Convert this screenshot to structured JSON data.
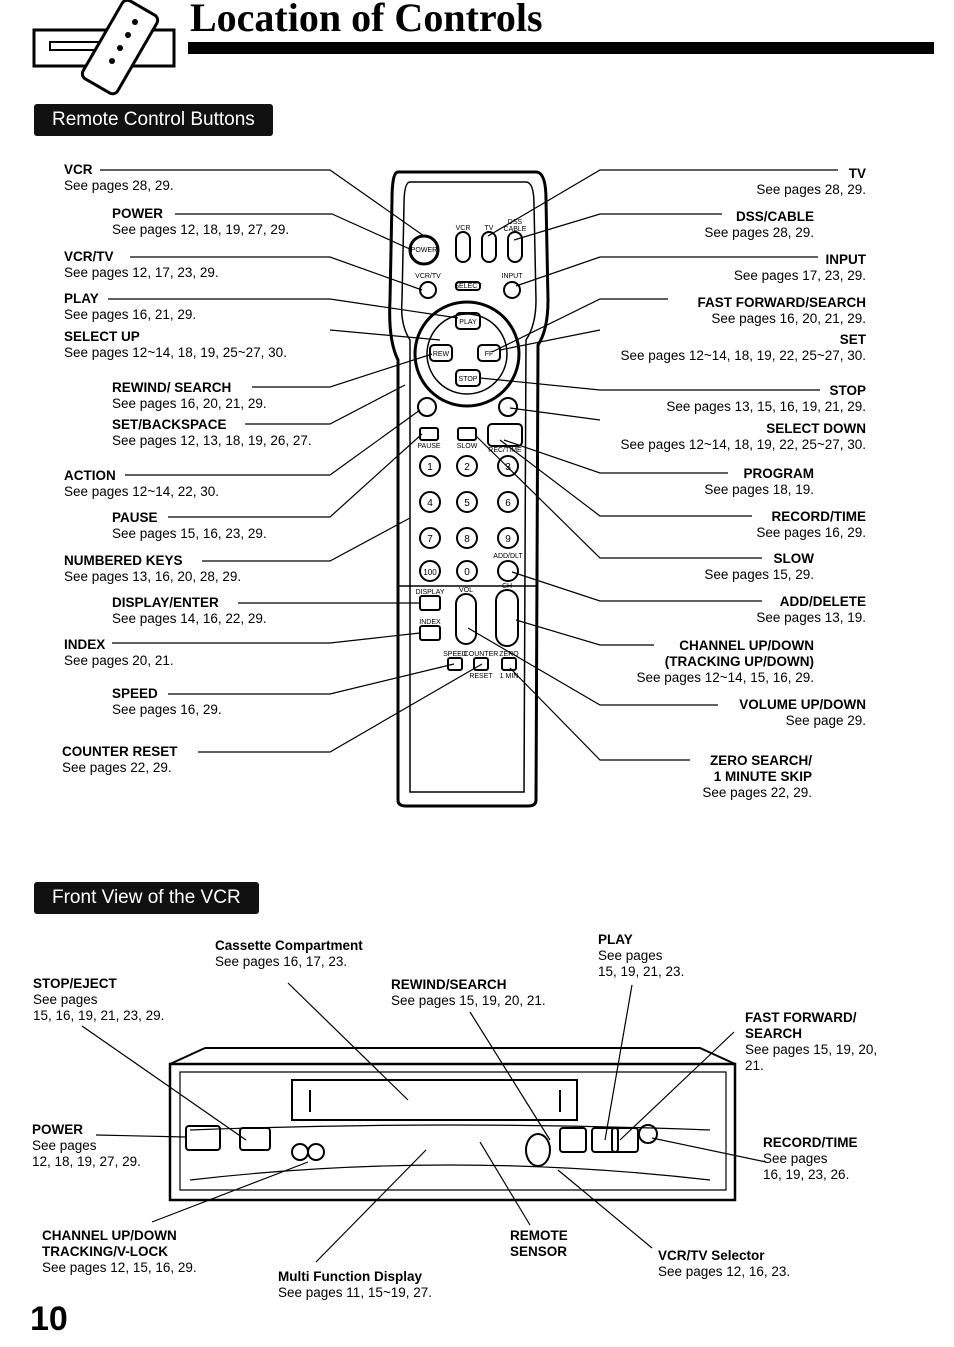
{
  "title": "Location of Controls",
  "page_number": "10",
  "sections": {
    "remote": "Remote Control Buttons",
    "front": "Front View of the VCR"
  },
  "remote_left": [
    {
      "name": "VCR",
      "pages": "See pages 28, 29."
    },
    {
      "name": "POWER",
      "pages": "See pages 12, 18, 19, 27, 29."
    },
    {
      "name": "VCR/TV",
      "pages": "See pages 12, 17, 23, 29."
    },
    {
      "name": "PLAY",
      "pages": "See pages 16, 21, 29."
    },
    {
      "name": "SELECT UP",
      "pages": "See pages 12~14, 18, 19, 25~27, 30."
    },
    {
      "name": "REWIND/ SEARCH",
      "pages": "See pages 16, 20, 21, 29."
    },
    {
      "name": "SET/BACKSPACE",
      "pages": "See pages 12, 13, 18, 19, 26, 27."
    },
    {
      "name": "ACTION",
      "pages": "See pages 12~14, 22, 30."
    },
    {
      "name": "PAUSE",
      "pages": "See pages 15, 16, 23, 29."
    },
    {
      "name": "NUMBERED KEYS",
      "pages": "See pages 13, 16, 20, 28, 29."
    },
    {
      "name": "DISPLAY/ENTER",
      "pages": "See pages 14, 16, 22, 29."
    },
    {
      "name": "INDEX",
      "pages": "See pages 20, 21."
    },
    {
      "name": "SPEED",
      "pages": "See pages 16, 29."
    },
    {
      "name": "COUNTER RESET",
      "pages": "See pages 22, 29."
    }
  ],
  "remote_right": [
    {
      "name": "TV",
      "pages": "See pages 28, 29."
    },
    {
      "name": "DSS/CABLE",
      "pages": "See pages 28, 29."
    },
    {
      "name": "INPUT",
      "pages": "See pages 17, 23, 29."
    },
    {
      "name": "FAST FORWARD/SEARCH",
      "pages": "See pages 16, 20, 21, 29."
    },
    {
      "name": "SET",
      "pages": "See pages 12~14, 18, 19, 22, 25~27, 30."
    },
    {
      "name": "STOP",
      "pages": "See pages 13, 15, 16, 19, 21, 29."
    },
    {
      "name": "SELECT DOWN",
      "pages": "See pages 12~14, 18, 19, 22, 25~27, 30."
    },
    {
      "name": "PROGRAM",
      "pages": "See pages 18, 19."
    },
    {
      "name": "RECORD/TIME",
      "pages": "See pages 16, 29."
    },
    {
      "name": "SLOW",
      "pages": "See pages 15, 29."
    },
    {
      "name": "ADD/DELETE",
      "pages": "See pages 13, 19."
    },
    {
      "name": "CHANNEL UP/DOWN",
      "name2": "(TRACKING UP/DOWN)",
      "pages": "See pages 12~14, 15, 16, 29."
    },
    {
      "name": "VOLUME UP/DOWN",
      "pages": "See page 29."
    },
    {
      "name": "ZERO SEARCH/",
      "name2": "1 MINUTE SKIP",
      "pages": "See pages 22, 29."
    }
  ],
  "vcr_labels": {
    "cassette": {
      "name": "Cassette Compartment",
      "pages": "See pages 16, 17, 23."
    },
    "play": {
      "name": "PLAY",
      "pages": "See pages",
      "pages2": "15, 19, 21, 23."
    },
    "stop_eject": {
      "name": "STOP/EJECT",
      "pages": "See pages",
      "pages2": "15, 16, 19, 21, 23, 29."
    },
    "rewind": {
      "name": "REWIND/SEARCH",
      "pages": "See pages 15, 19, 20, 21."
    },
    "ffwd": {
      "name": "FAST FORWARD/",
      "name2": "SEARCH",
      "pages": "See pages 15, 19, 20,",
      "pages2": "21."
    },
    "power": {
      "name": "POWER",
      "pages": "See pages",
      "pages2": "12, 18, 19, 27, 29."
    },
    "record": {
      "name": "RECORD/TIME",
      "pages": "See pages",
      "pages2": "16, 19, 23, 26."
    },
    "channel": {
      "name": "CHANNEL UP/DOWN",
      "name2": "TRACKING/V-LOCK",
      "pages": "See pages 12, 15, 16, 29."
    },
    "remote_sensor": {
      "name": "REMOTE",
      "name2": "SENSOR"
    },
    "vcr_tv": {
      "name": "VCR/TV Selector",
      "pages": "See pages 12, 16, 23."
    },
    "display": {
      "name": "Multi Function Display",
      "pages": "See pages 11, 15~19, 27."
    }
  },
  "remote_button_text": {
    "power": "POWER",
    "vcr": "VCR",
    "tv": "TV",
    "dss": "DSS",
    "cable": "CABLE",
    "vcrtv": "VCR/TV",
    "input": "INPUT",
    "select": "SELECT",
    "play": "PLAY",
    "rew": "REW",
    "ff": "FF",
    "stop": "STOP",
    "pause": "PAUSE",
    "slow": "SLOW",
    "rec": "REC/TIME",
    "addolt": "ADD/DLT",
    "display": "DISPLAY",
    "index": "INDEX",
    "vol": "VOL",
    "ch": "CH",
    "speed": "SPEED",
    "counter": "COUNTER",
    "reset": "RESET",
    "zero": "ZERO",
    "tmin": "1 MIN",
    "n1": "1",
    "n2": "2",
    "n3": "3",
    "n4": "4",
    "n5": "5",
    "n6": "6",
    "n7": "7",
    "n8": "8",
    "n9": "9",
    "n100": "100",
    "n0": "0"
  }
}
